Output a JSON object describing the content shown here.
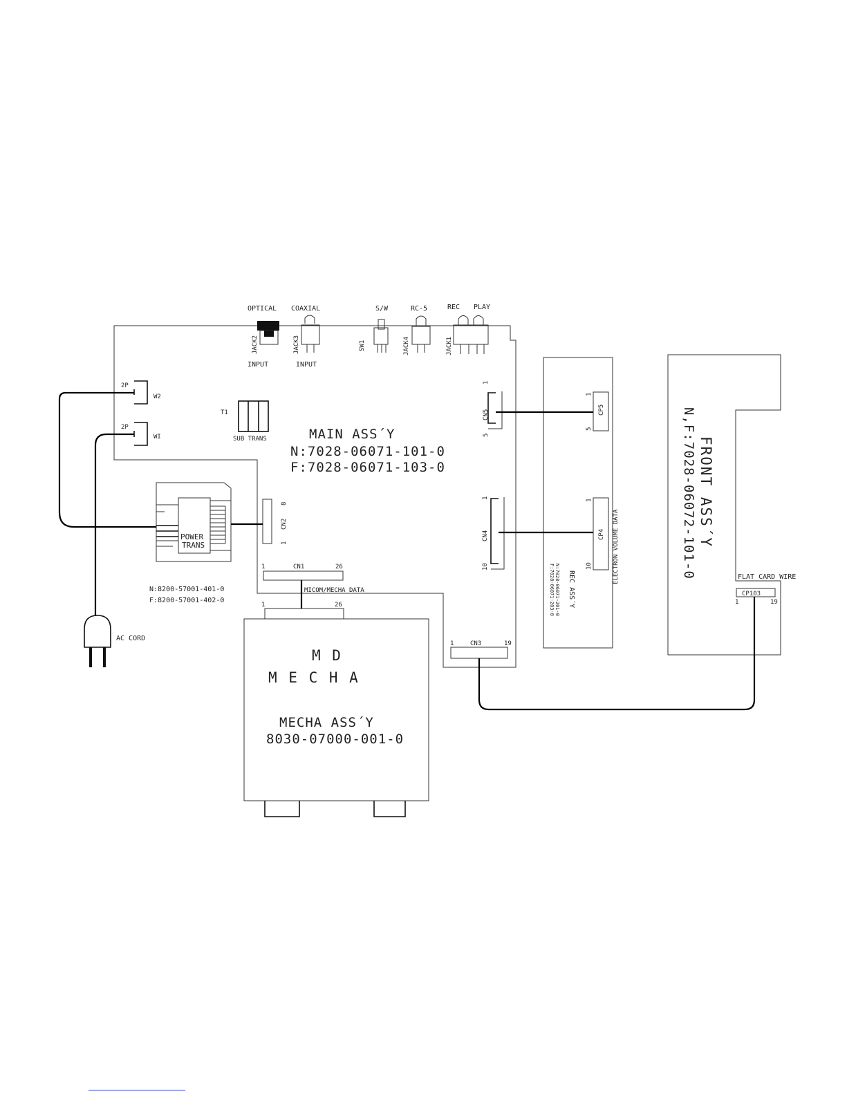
{
  "jacks": {
    "optical": "OPTICAL",
    "coaxial": "COAXIAL",
    "sw_top": "S/W",
    "rcs": "RC-5",
    "rec": "REC",
    "play": "PLAY",
    "jack2": "JACK2",
    "jack3": "JACK3",
    "sw1": "SW1",
    "jack4": "JACK4",
    "jack1": "JACK1",
    "input1": "INPUT",
    "input2": "INPUT"
  },
  "main": {
    "title": "MAIN ASS´Y",
    "n_code": "N:7028-06071-101-0",
    "f_code": "F:7028-06071-103-0",
    "w2_pins": "2P",
    "w2": "W2",
    "w1_pins": "2P",
    "w1": "WI",
    "t1": "T1",
    "sub_trans": "SUB TRANS",
    "cn5": "CN5",
    "cn5_pin_first": "1",
    "cn5_pin_last": "5",
    "cn4": "CN4",
    "cn4_pin_first": "1",
    "cn4_pin_last": "10",
    "cn2": "CN2",
    "cn2_pin_top": "8",
    "cn2_pin_bottom": "1",
    "cn1": "CN1",
    "cn1_pin_first": "1",
    "cn1_pin_last": "26",
    "cn3": "CN3",
    "cn3_pin_first": "1",
    "cn3_pin_last": "19",
    "micom_data": "MICOM/MECHA DATA"
  },
  "power_trans": {
    "label_1": "POWER",
    "label_2": "TRANS",
    "n_code": "N:8200-57001-401-0",
    "f_code": "F:8200-57001-402-0"
  },
  "ac_cord": "AC CORD",
  "rec_assy": {
    "cp5": "CP5",
    "cp5_pin_first": "1",
    "cp5_pin_last": "5",
    "cp4": "CP4",
    "cp4_pin_first": "1",
    "cp4_pin_last": "10",
    "title": "REC ASS´Y",
    "n_code": "N:7028-06071-201-0",
    "f_code": "F:7028-06071-203-0",
    "electron": "ELECTRON VOLUME DATA"
  },
  "front_assy": {
    "title": "FRONT ASS´Y",
    "code": "N,F:7028-06072-101-0",
    "flat_card": "FLAT CARD WIRE",
    "cp103": "CP103",
    "cp103_pin_first": "1",
    "cp103_pin_last": "19"
  },
  "mecha": {
    "pin_first": "1",
    "pin_last": "26",
    "md": "M   D",
    "mecha_spaced": "M   E   C   H   A",
    "title": "MECHA ASS´Y",
    "code": "8030-07000-001-0"
  }
}
